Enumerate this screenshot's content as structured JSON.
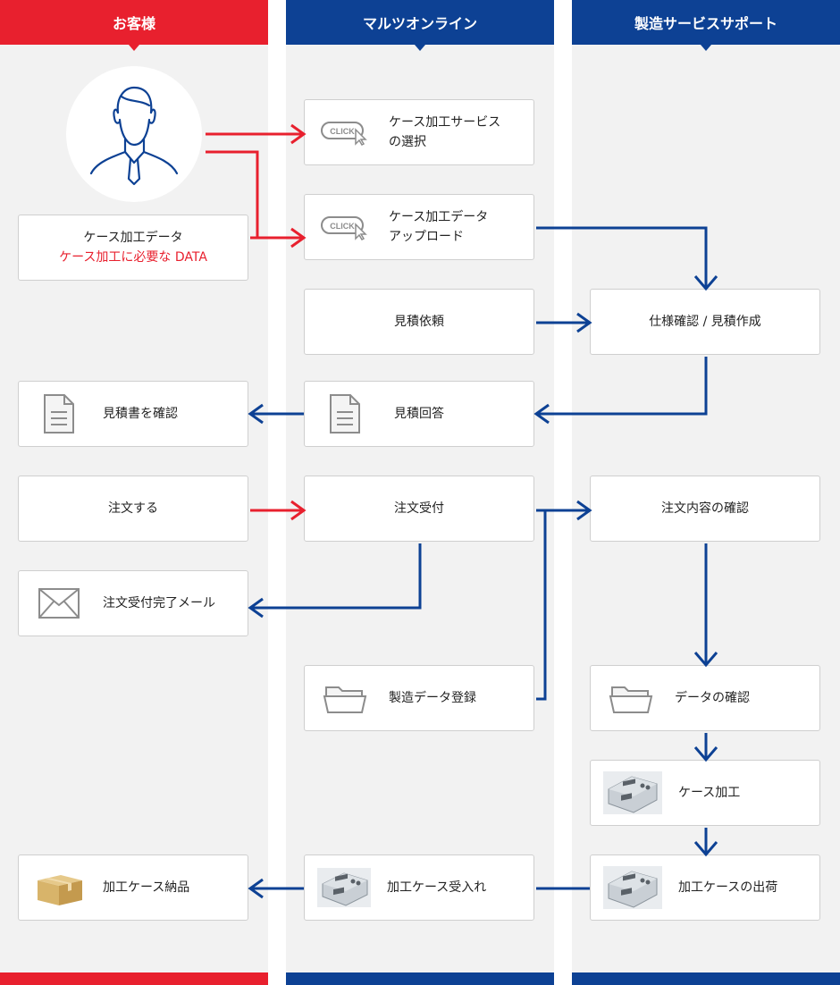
{
  "columns": {
    "customer": "お客様",
    "marutsu": "マルツオンライン",
    "support": "製造サービスサポート"
  },
  "icons": {
    "click_text": "CLICK"
  },
  "customer_steps": {
    "case_data_title": "ケース加工データ",
    "case_data_note": "ケース加工に必要な DATA",
    "confirm_quote": "見積書を確認",
    "order": "注文する",
    "order_mail": "注文受付完了メール",
    "delivery": "加工ケース納品"
  },
  "marutsu_steps": {
    "select_service_l1": "ケース加工サービス",
    "select_service_l2": "の選択",
    "upload_l1": "ケース加工データ",
    "upload_l2": "アップロード",
    "quote_request": "見積依頼",
    "quote_reply": "見積回答",
    "order_received": "注文受付",
    "data_register": "製造データ登録",
    "case_receive": "加工ケース受入れ"
  },
  "support_steps": {
    "spec_confirm": "仕様確認 / 見積作成",
    "order_confirm": "注文内容の確認",
    "data_confirm": "データの確認",
    "case_process": "ケース加工",
    "case_ship": "加工ケースの出荷"
  },
  "colors": {
    "customer_red": "#e8202e",
    "navy": "#0d4194",
    "lane_bg": "#f2f2f2"
  }
}
